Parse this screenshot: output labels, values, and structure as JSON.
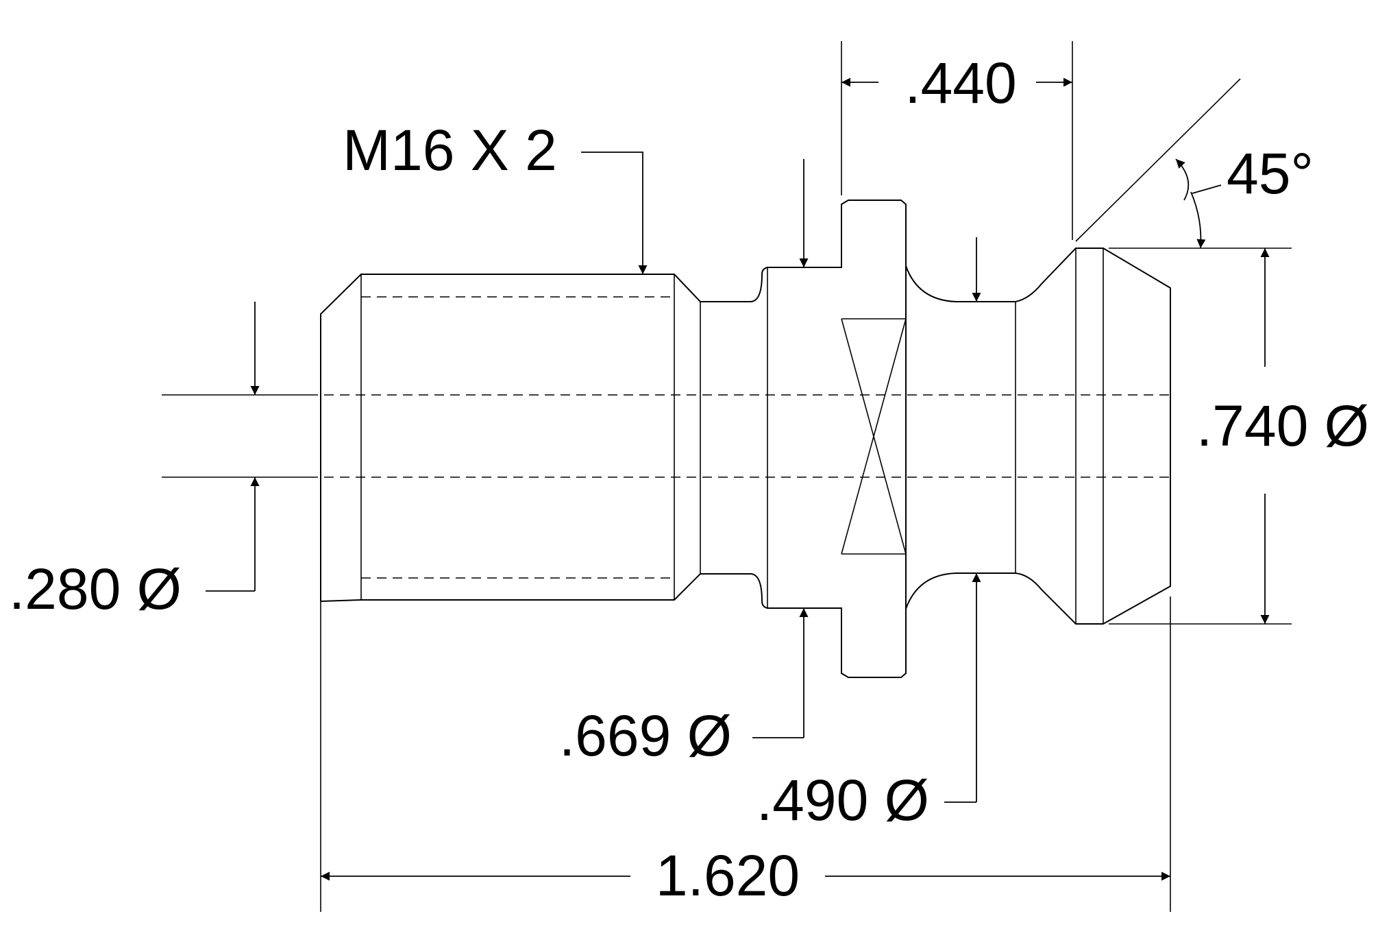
{
  "dimensions": {
    "thread": "M16 X 2",
    "bore_diameter": ".280 Ø",
    "collar_diameter": ".669 Ø",
    "neck_diameter": ".490 Ø",
    "head_diameter": ".740 Ø",
    "overall_length": "1.620",
    "head_length": ".440",
    "angle": "45°"
  },
  "colors": {
    "default": "#000000",
    "head_length": "#1a1aff",
    "head_diameter": "#ee1111",
    "angle": "#119911"
  }
}
